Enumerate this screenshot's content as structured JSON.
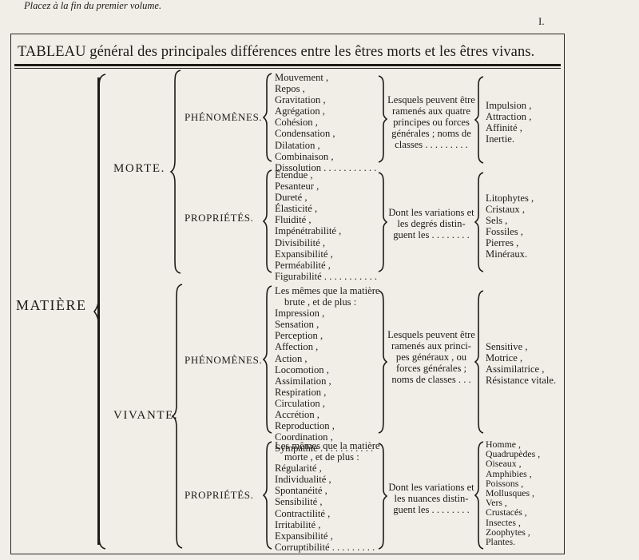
{
  "header": {
    "note": "Placez à la fin du premier volume.",
    "page_number": "I."
  },
  "title": "TABLEAU général des principales différences entre les êtres morts et les êtres vivans.",
  "root": "MATIÈRE",
  "morte": {
    "label": "MORTE.",
    "phenomenes": {
      "label": "PHÉNOMÈNES.",
      "items": [
        "Mouvement ,",
        "Repos ,",
        "Gravitation ,",
        "Agrégation ,",
        "Cohésion ,",
        "Condensation ,",
        "Dilatation ,",
        "Combinaison ,",
        "Dissolution . . . . . . . . . . ."
      ],
      "causes": [
        "Lesquels peuvent être",
        "ramenés aux quatre",
        "principes ou forces",
        "générales ; noms de",
        "classes . . . . . . . . ."
      ],
      "result": [
        "Impulsion ,",
        "Attraction ,",
        "Affinité ,",
        "Inertie."
      ]
    },
    "proprietes": {
      "label": "PROPRIÉTÉS.",
      "items": [
        "Étendue ,",
        "Pesanteur ,",
        "Dureté ,",
        "Élasticité ,",
        "Fluidité ,",
        "Impénétrabilité ,",
        "Divisibilité ,",
        "Expansibilité ,",
        "Perméabilité ,",
        "Figurabilité . . . . . . . . . . ."
      ],
      "causes": [
        "Dont les variations et",
        "les degrés distin-",
        "guent les . . . . . . . ."
      ],
      "result": [
        "Litophytes ,",
        "Cristaux ,",
        "Sels ,",
        "Fossiles ,",
        "Pierres ,",
        "Minéraux."
      ]
    }
  },
  "vivante": {
    "label": "VIVANTE.",
    "phenomenes": {
      "label": "PHÉNOMÈNES.",
      "items": [
        "Les mêmes que la matière",
        "   brute , et de plus :",
        "Impression ,",
        "Sensation ,",
        "Perception ,",
        "Affection ,",
        "Action ,",
        "Locomotion ,",
        "Assimilation ,",
        "Respiration ,",
        "Circulation ,",
        "Accrétion ,",
        "Reproduction ,",
        "Coordination ,",
        "Sympathie . . . . . . . . . . ."
      ],
      "causes": [
        "Lesquels peuvent être",
        "ramenés aux princi-",
        "pes généraux , ou",
        "forces générales ;",
        "noms de classes . . ."
      ],
      "result": [
        "Sensitive ,",
        "Motrice ,",
        "Assimilatrice ,",
        "Résistance vitale."
      ]
    },
    "proprietes": {
      "label": "PROPRIÉTÉS.",
      "items": [
        "Les mêmes que la matière",
        "   morte , et de plus :",
        "Régularité ,",
        "Individualité ,",
        "Spontanéité ,",
        "Sensibilité ,",
        "Contractilité ,",
        "Irritabilité ,",
        "Expansibilité ,",
        "Corruptibilité . . . . . . . . ."
      ],
      "causes": [
        "Dont les variations et",
        "les nuances distin-",
        "guent les . . . . . . . ."
      ],
      "result": [
        "Homme ,",
        "Quadrupèdes ,",
        "Oiseaux ,",
        "Amphibies ,",
        "Poissons ,",
        "Mollusques ,",
        "Vers ,",
        "Crustacés ,",
        "Insectes ,",
        "Zoophytes ,",
        "Plantes."
      ]
    }
  }
}
